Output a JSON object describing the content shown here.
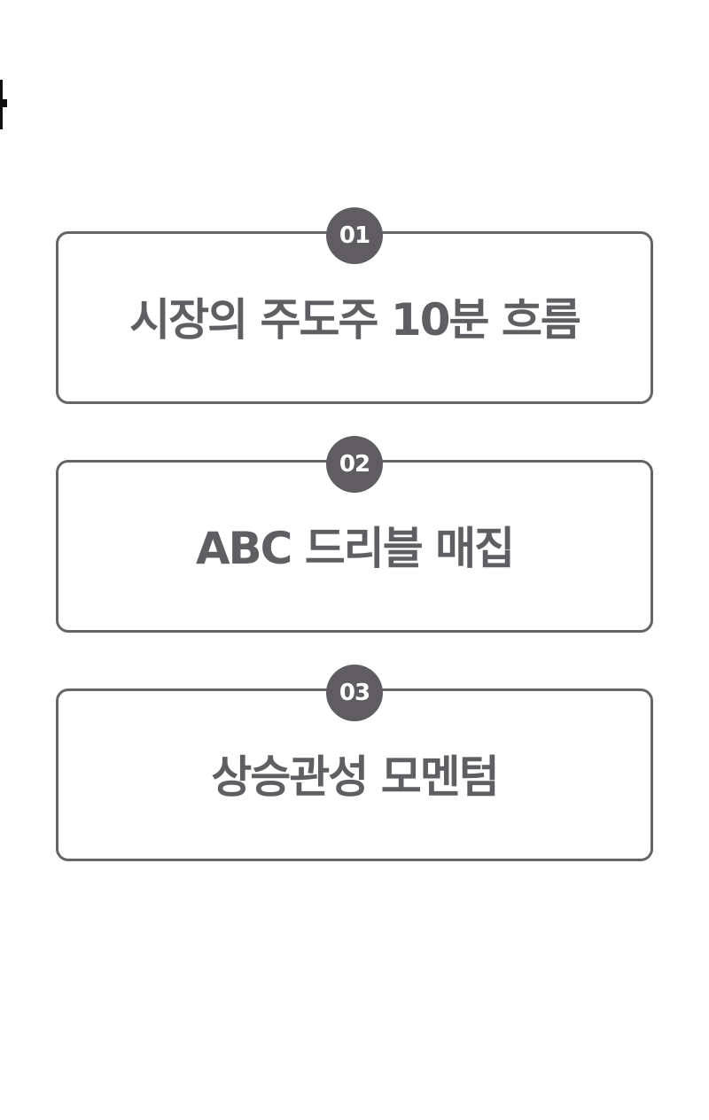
{
  "items": [
    {
      "number": "01",
      "title": "시장의 주도주 10분 흐름"
    },
    {
      "number": "02",
      "title": "ABC 드리블 매집"
    },
    {
      "number": "03",
      "title": "상승관성 모멘텀"
    }
  ],
  "colors": {
    "accent": "#5f5d61",
    "border": "#666468"
  }
}
